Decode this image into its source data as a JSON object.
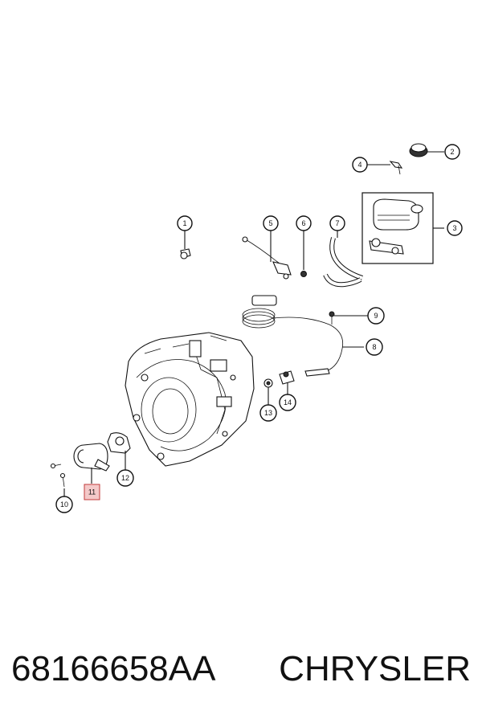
{
  "diagram": {
    "callouts": [
      "1",
      "2",
      "3",
      "4",
      "5",
      "6",
      "7",
      "8",
      "9",
      "10",
      "11",
      "12",
      "13",
      "14"
    ],
    "highlighted": "11"
  },
  "footer": {
    "part_number": "68166658AA",
    "brand": "CHRYSLER"
  }
}
